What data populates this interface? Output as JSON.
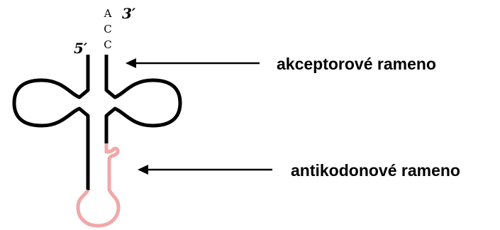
{
  "labels": {
    "end_5": "5′",
    "end_3": "3′",
    "cca": [
      "A",
      "C",
      "C"
    ],
    "acceptor_arm": "akceptorové rameno",
    "anticodon_arm": "antikodonové rameno"
  },
  "colors": {
    "stroke": "#000000",
    "anticodon_loop": "#f0a8a8",
    "text": "#000000"
  }
}
